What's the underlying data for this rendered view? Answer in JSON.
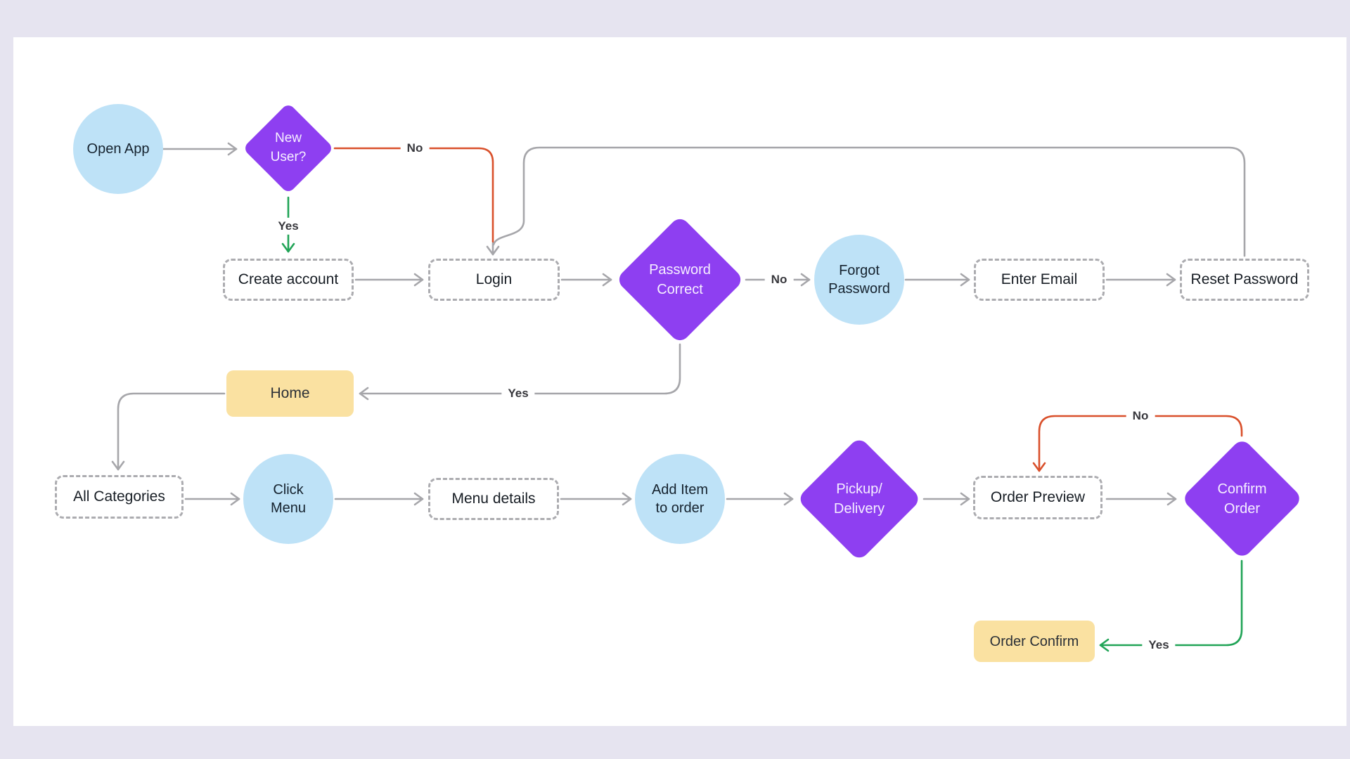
{
  "diagram": {
    "nodes": {
      "open_app": {
        "type": "start-circle",
        "label": "Open App"
      },
      "new_user": {
        "type": "decision-diamond",
        "label": "New\nUser?"
      },
      "create_account": {
        "type": "process-dashed",
        "label": "Create account"
      },
      "login": {
        "type": "process-dashed",
        "label": "Login"
      },
      "password_correct": {
        "type": "decision-diamond",
        "label": "Password\nCorrect"
      },
      "forgot_password": {
        "type": "start-circle",
        "label": "Forgot\nPassword"
      },
      "enter_email": {
        "type": "process-dashed",
        "label": "Enter Email"
      },
      "reset_password": {
        "type": "process-dashed",
        "label": "Reset Password"
      },
      "home": {
        "type": "highlight-box",
        "label": "Home"
      },
      "all_categories": {
        "type": "process-dashed",
        "label": "All Categories"
      },
      "click_menu": {
        "type": "start-circle",
        "label": "Click\nMenu"
      },
      "menu_details": {
        "type": "process-dashed",
        "label": "Menu details"
      },
      "add_item": {
        "type": "start-circle",
        "label": "Add Item\nto order"
      },
      "pickup_delivery": {
        "type": "decision-diamond",
        "label": "Pickup/\nDelivery"
      },
      "order_preview": {
        "type": "process-dashed",
        "label": "Order Preview"
      },
      "confirm_order": {
        "type": "decision-diamond",
        "label": "Confirm\nOrder"
      },
      "order_confirm": {
        "type": "highlight-box",
        "label": "Order Confirm"
      }
    },
    "edge_labels": {
      "new_user_yes": "Yes",
      "new_user_no": "No",
      "password_correct_no": "No",
      "password_correct_yes": "Yes",
      "confirm_order_no": "No",
      "confirm_order_yes": "Yes"
    },
    "colors": {
      "page_background": "#E6E4F0",
      "canvas_background": "#FFFFFF",
      "decision_fill": "#8E3FF1",
      "start_fill": "#BEE2F7",
      "highlight_fill": "#FAE1A1",
      "dashed_border": "#ACACB0",
      "connector_default": "#A6A6AA",
      "connector_no": "#D9502B",
      "connector_yes": "#21A457"
    }
  }
}
